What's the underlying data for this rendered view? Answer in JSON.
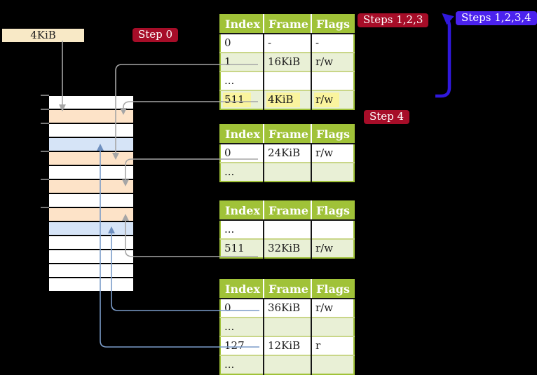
{
  "labels": {
    "frame_size": "4KiB",
    "step0": "Step 0",
    "steps123": "Steps 1,2,3",
    "steps1234": "Steps 1,2,3,4",
    "step4": "Step 4"
  },
  "tables": [
    {
      "name": "page-table-level-4",
      "headers": [
        "Index",
        "Frame",
        "Flags"
      ],
      "rows": [
        {
          "cells": [
            "0",
            "-",
            "-"
          ],
          "highlight": false
        },
        {
          "cells": [
            "1",
            "16KiB",
            "r/w"
          ],
          "highlight": false
        },
        {
          "cells": [
            "...",
            "",
            ""
          ],
          "highlight": false
        },
        {
          "cells": [
            "511",
            "4KiB",
            "r/w"
          ],
          "highlight": true
        }
      ]
    },
    {
      "name": "page-table-level-3",
      "headers": [
        "Index",
        "Frame",
        "Flags"
      ],
      "rows": [
        {
          "cells": [
            "0",
            "24KiB",
            "r/w"
          ],
          "highlight": false
        },
        {
          "cells": [
            "...",
            "",
            ""
          ],
          "highlight": false
        }
      ]
    },
    {
      "name": "page-table-level-2",
      "headers": [
        "Index",
        "Frame",
        "Flags"
      ],
      "rows": [
        {
          "cells": [
            "...",
            "",
            ""
          ],
          "highlight": false
        },
        {
          "cells": [
            "511",
            "32KiB",
            "r/w"
          ],
          "highlight": false
        }
      ]
    },
    {
      "name": "page-table-level-1",
      "headers": [
        "Index",
        "Frame",
        "Flags"
      ],
      "rows": [
        {
          "cells": [
            "0",
            "36KiB",
            "r/w"
          ],
          "highlight": false
        },
        {
          "cells": [
            "...",
            "",
            ""
          ],
          "highlight": false
        },
        {
          "cells": [
            "127",
            "12KiB",
            "r"
          ],
          "highlight": false
        },
        {
          "cells": [
            "...",
            "",
            ""
          ],
          "highlight": false
        }
      ]
    }
  ],
  "memory_strip": {
    "rows": [
      "white",
      "orange",
      "white",
      "blue",
      "orange",
      "white",
      "orange",
      "white",
      "orange",
      "blue",
      "white",
      "white",
      "white",
      "white"
    ]
  },
  "colors": {
    "table_header_green": "#A0C238",
    "table_row_alt_green": "#E9F0D6",
    "highlight_yellow": "#FAF49E",
    "frame_label_bg": "#F8E9C6",
    "memory_frame_orange": "#FDE3C8",
    "memory_frame_blue": "#D6E4F7",
    "badge_red": "#A60D28",
    "badge_blue": "#4B22EE",
    "arrow_gray": "#A6A6A6",
    "arrow_light_blue": "#7B9CC9",
    "arrow_big_blue": "#3018DC"
  }
}
